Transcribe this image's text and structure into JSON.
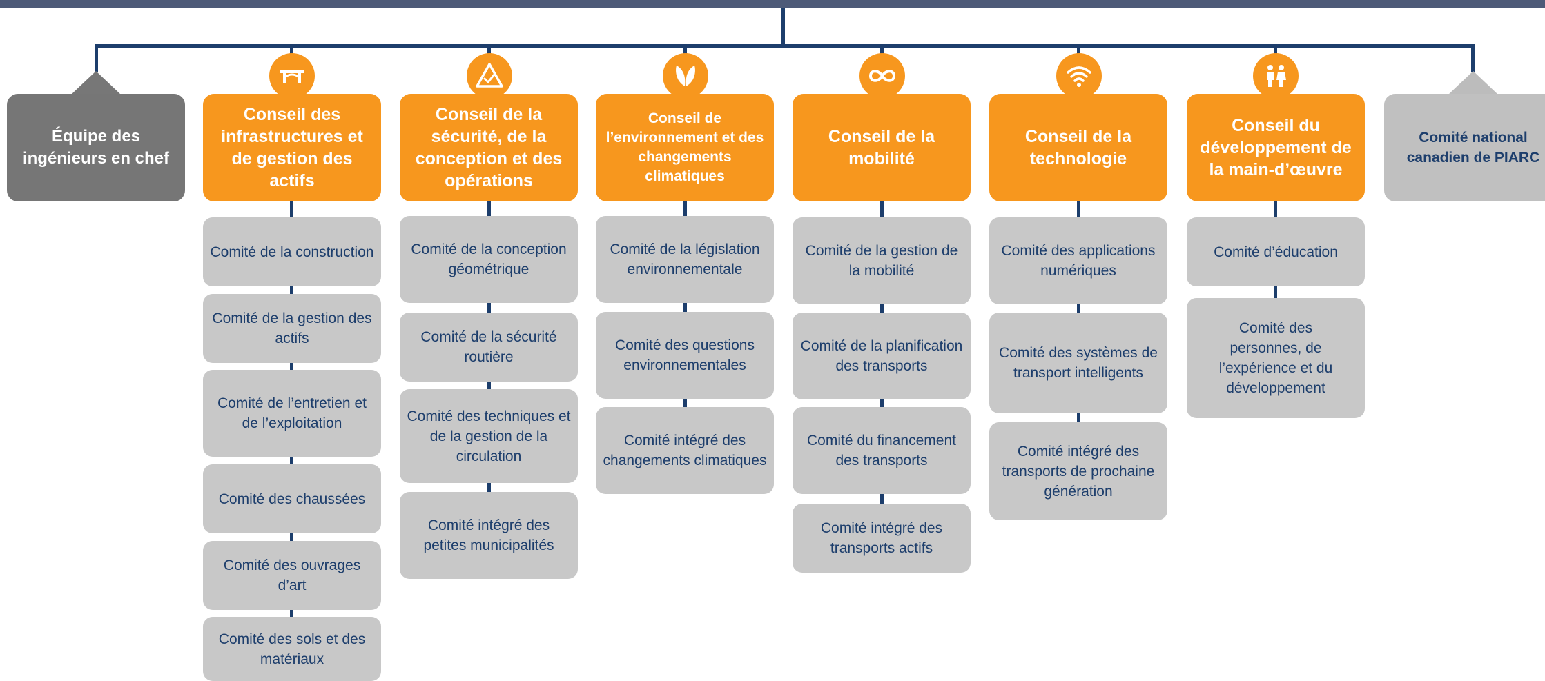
{
  "colors": {
    "navy": "#1d3e6c",
    "orange": "#f7971e",
    "grey_box": "#c8c8c8",
    "dark_box": "#767676"
  },
  "chief_engineers": "Équipe des ingénieurs en chef",
  "piarc_committee": "Comité national canadien de PIARC",
  "councils": [
    {
      "icon": "bridge-icon",
      "title": "Conseil des infrastructures et de gestion des actifs",
      "committees": [
        "Comité de la construction",
        "Comité de la gestion des actifs",
        "Comité de l’entretien et de l’exploitation",
        "Comité des chaussées",
        "Comité des ouvrages d’art",
        "Comité des sols et des matériaux"
      ]
    },
    {
      "icon": "warning-triangle-check-icon",
      "title": "Conseil de la sécurité, de la conception et des opérations",
      "committees": [
        "Comité de la conception géométrique",
        "Comité de la sécurité routière",
        "Comité des techniques et de la gestion de la circulation",
        "Comité intégré des petites municipalités"
      ]
    },
    {
      "icon": "leaf-icon",
      "title": "Conseil de l’environnement et des changements climatiques",
      "committees": [
        "Comité de la législation environnementale",
        "Comité des questions environnementales",
        "Comité intégré des changements climatiques"
      ]
    },
    {
      "icon": "infinity-icon",
      "title": "Conseil de la mobilité",
      "committees": [
        "Comité de la gestion de la mobilité",
        "Comité de la planification des transports",
        "Comité du financement des transports",
        "Comité intégré des transports actifs"
      ]
    },
    {
      "icon": "wifi-icon",
      "title": "Conseil de la technologie",
      "committees": [
        "Comité des applications numériques",
        "Comité des systèmes de transport intelligents",
        "Comité intégré des transports de prochaine génération"
      ]
    },
    {
      "icon": "people-icon",
      "title": "Conseil du développement de la main-d’œuvre",
      "committees": [
        "Comité d’éducation",
        "Comité des personnes, de l’expérience et du développement"
      ]
    }
  ]
}
